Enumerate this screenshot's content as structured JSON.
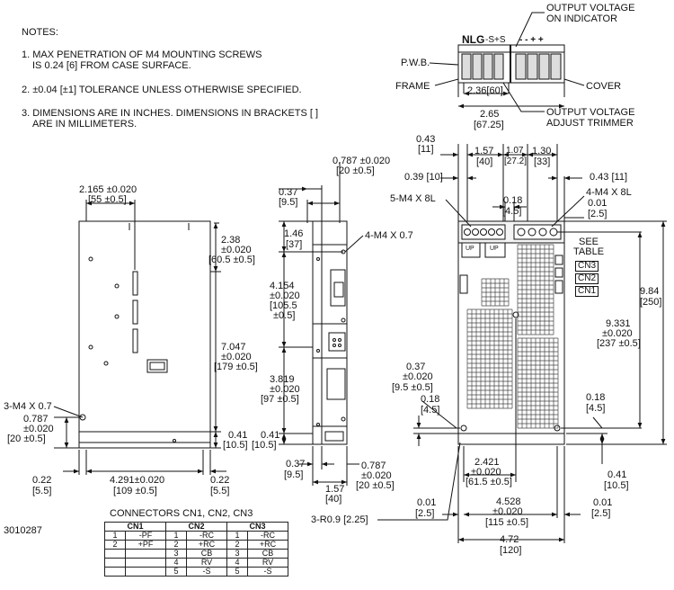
{
  "notes": {
    "title": "NOTES:",
    "n1_l1": "1. MAX PENETRATION OF M4 MOUNTING SCREWS",
    "n1_l2": "IS 0.24 [6] FROM CASE SURFACE.",
    "n2": "2. ±0.04 [±1]  TOLERANCE UNLESS OTHERWISE SPECIFIED.",
    "n3_l1": "3. DIMENSIONS ARE IN INCHES. DIMENSIONS IN BRACKETS [ ]",
    "n3_l2": "ARE IN MILLIMETERS."
  },
  "top_view": {
    "nlg": "NLG",
    "sense": "-S+S",
    "polarity": "-  -  +  +",
    "pwb": "P.W.B.",
    "frame": "FRAME",
    "cover": "COVER",
    "ov_ind_l1": "OUTPUT VOLTAGE",
    "ov_ind_l2": "ON INDICATOR",
    "ov_adj_l1": "OUTPUT VOLTAGE",
    "ov_adj_l2": "ADJUST TRIMMER",
    "d236": "2.36[60]",
    "d265": "2.65",
    "d265mm": "[67.25]"
  },
  "left_view": {
    "w_in": "2.165 ±0.020",
    "w_mm": "[55 ±0.5]",
    "d238": "2.38",
    "d238t": "±0.020",
    "d238mm": "[60.5 ±0.5]",
    "d7047": "7.047",
    "d7047t": "±0.020",
    "d7047mm": "[179 ±0.5]",
    "m4": "3-M4 X 0.7",
    "d0787": "0.787",
    "d0787t": "±0.020",
    "d0787mm": "[20 ±0.5]",
    "d041": "0.41",
    "d041mm": "[10.5]",
    "d022a": "0.22",
    "d022amm": "[5.5]",
    "d4291": "4.291±0.020",
    "d4291mm": "[109 ±0.5]",
    "d022b": "0.22",
    "d022bmm": "[5.5]"
  },
  "side_view": {
    "d0787": "0.787 ±0.020",
    "d0787mm": "[20 ±0.5]",
    "d037": "0.37",
    "d037mm": "[9.5]",
    "d146": "1.46",
    "d146mm": "[37]",
    "m4": "4-M4 X 0.7",
    "d4154": "4.154",
    "d4154t": "±0.020",
    "d4154mm": "[105.5",
    "d4154mm2": "±0.5]",
    "d3819": "3.819",
    "d3819t": "±0.020",
    "d3819mm": "[97 ±0.5]",
    "d041": "0.41",
    "d041mm": "[10.5]",
    "d037b": "0.37",
    "d037bmm": "[9.5]",
    "d0787b": "0.787",
    "d0787bt": "±0.020",
    "d0787bmm": "[20 ±0.5]",
    "d157": "1.57",
    "d157mm": "[40]"
  },
  "front_view": {
    "d043": "0.43",
    "d043mm": "[11]",
    "d157": "1.57",
    "d157mm": "[40]",
    "d107": "1.07",
    "d107mm": "[27.2]",
    "d130": "1.30",
    "d130mm": "[33]",
    "d039": "0.39 [10]",
    "d043b": "0.43 [11]",
    "m4_5": "5-M4 X 8L",
    "m4_4": "4-M4 X 8L",
    "d018": "0.18",
    "d018mm": "[4.5]",
    "d001": "0.01",
    "d001mm": "[2.5]",
    "see": "SEE",
    "table": "TABLE",
    "cn3": "CN3",
    "cn2": "CN2",
    "cn1": "CN1",
    "up1": "UP",
    "up2": "UP",
    "d984": "9.84",
    "d984mm": "[250]",
    "d9331": "9.331",
    "d9331t": "±0.020",
    "d9331mm": "[237 ±0.5]",
    "d037": "0.37",
    "d037t": "±0.020",
    "d037mm": "[9.5 ±0.5]",
    "d018b": "0.18",
    "d018bmm": "[4.5]",
    "d018c": "0.18",
    "d018cmm": "[4.5]",
    "d2421": "2.421",
    "d2421t": "±0.020",
    "d2421mm": "[61.5 ±0.5]",
    "d041": "0.41",
    "d041mm": "[10.5]",
    "d001a": "0.01",
    "d001amm": "[2.5]",
    "d4528": "4.528",
    "d4528t": "±0.020",
    "d4528mm": "[115 ±0.5]",
    "d001b": "0.01",
    "d001bmm": "[2.5]",
    "d472": "4.72",
    "d472mm": "[120]",
    "r09": "3-R0.9 [2.25]"
  },
  "part_number": "3010287",
  "connectors": {
    "title": "CONNECTORS CN1, CN2, CN3",
    "groups": [
      "CN1",
      "CN2",
      "CN3"
    ],
    "rows": [
      [
        "1",
        "-PF",
        "1",
        "-RC",
        "1",
        "-RC"
      ],
      [
        "2",
        "+PF",
        "2",
        "+RC",
        "2",
        "+RC"
      ],
      [
        "",
        "",
        "3",
        "CB",
        "3",
        "CB"
      ],
      [
        "",
        "",
        "4",
        "RV",
        "4",
        "RV"
      ],
      [
        "",
        "",
        "5",
        "-S",
        "5",
        "-S"
      ]
    ]
  }
}
